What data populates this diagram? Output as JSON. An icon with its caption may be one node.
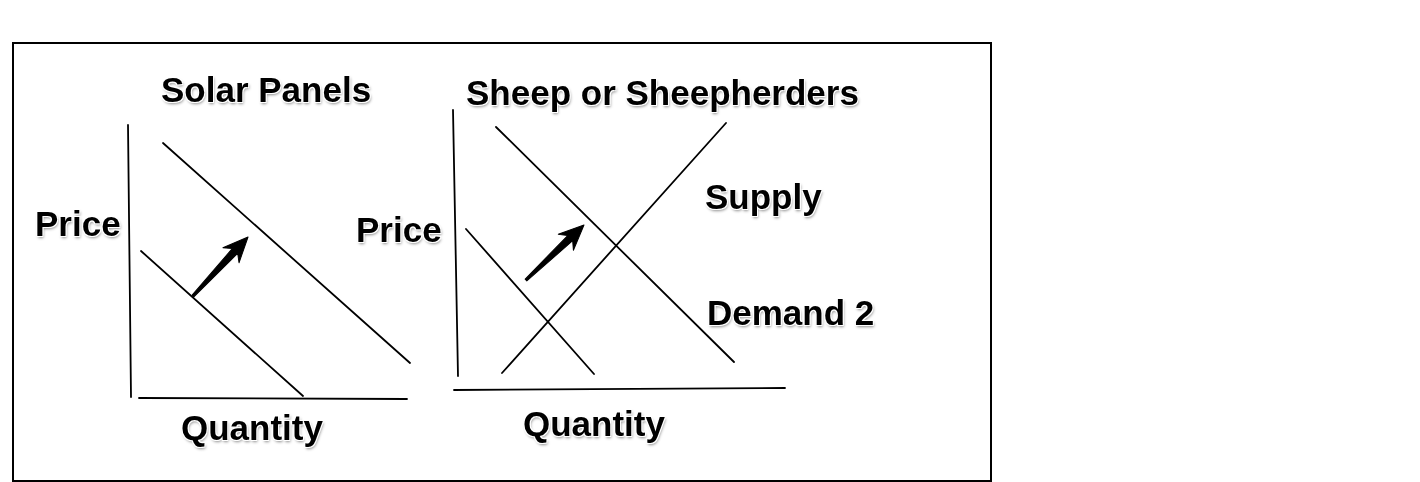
{
  "diagram": {
    "labels": [
      "Solar Panels",
      "Sheep or Sheepherders",
      "Supply",
      "Price",
      "Price",
      "Demand 2",
      "Quantity",
      "Quantity"
    ]
  }
}
